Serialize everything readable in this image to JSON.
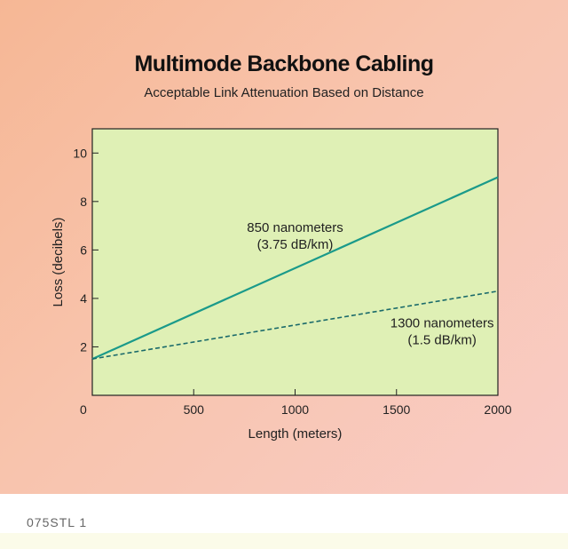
{
  "chart_data": {
    "type": "line",
    "title": "Multimode Backbone Cabling",
    "subtitle": "Acceptable Link Attenuation Based on Distance",
    "xlabel": "Length (meters)",
    "ylabel": "Loss (decibels)",
    "xlim": [
      0,
      2000
    ],
    "ylim": [
      0,
      11
    ],
    "xticks": [
      0,
      500,
      1000,
      1500,
      2000
    ],
    "yticks": [
      2,
      4,
      6,
      8,
      10
    ],
    "grid": false,
    "series": [
      {
        "name": "850 nanometers",
        "rate": "(3.75 dB/km)",
        "x": [
          0,
          2000
        ],
        "y": [
          1.5,
          9.0
        ],
        "color": "#1a9a8a",
        "style": "solid"
      },
      {
        "name": "1300 nanometers",
        "rate": "(1.5 dB/km)",
        "x": [
          0,
          2000
        ],
        "y": [
          1.5,
          4.3
        ],
        "color": "#1a6a6a",
        "style": "dashed"
      }
    ],
    "plot_background": "#dff0b5"
  },
  "footer": {
    "figure_id": "075STL 1"
  }
}
